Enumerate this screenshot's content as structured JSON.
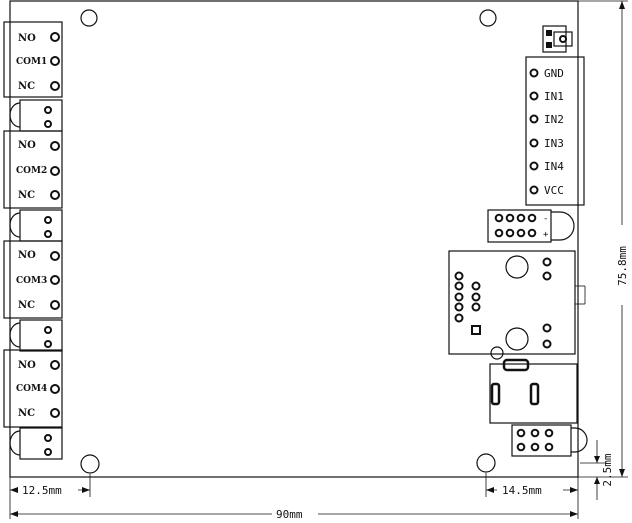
{
  "relays": [
    {
      "no": "NO",
      "com": "COM1",
      "nc": "NC"
    },
    {
      "no": "NO",
      "com": "COM2",
      "nc": "NC"
    },
    {
      "no": "NO",
      "com": "COM3",
      "nc": "NC"
    },
    {
      "no": "NO",
      "com": "COM4",
      "nc": "NC"
    }
  ],
  "inputs": [
    "GND",
    "IN1",
    "IN2",
    "IN3",
    "IN4",
    "VCC"
  ],
  "header_marks": {
    "minus": "-",
    "plus": "+"
  },
  "dimensions": {
    "height": "75.8mm",
    "width": "90mm",
    "left_offset": "12.5mm",
    "right_offset": "14.5mm",
    "bottom_offset": "2.5mm"
  }
}
